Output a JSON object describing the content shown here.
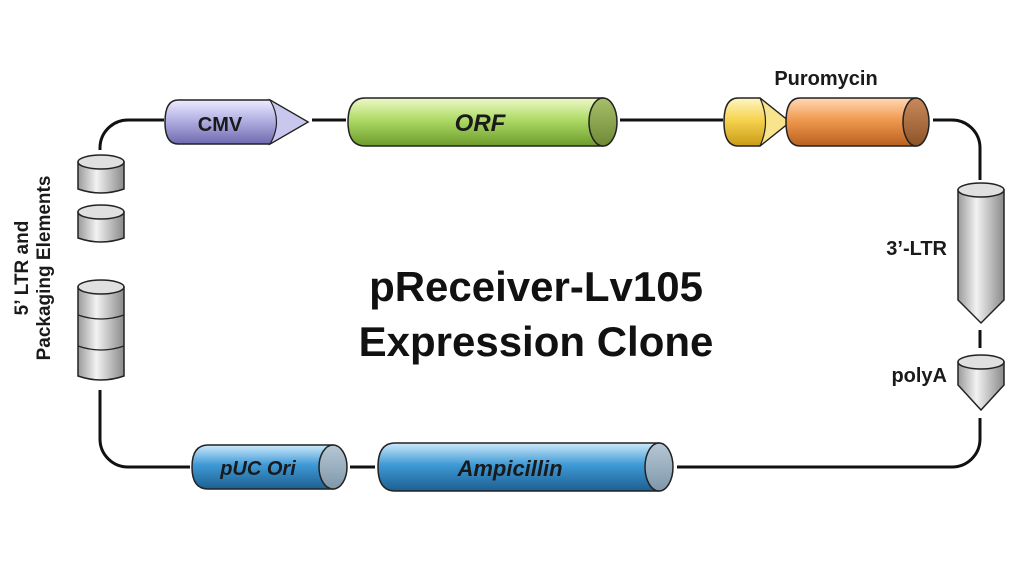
{
  "title": {
    "line1": "pReceiver-Lv105",
    "line2": "Expression Clone"
  },
  "elements": {
    "cmv": {
      "label": "CMV",
      "color": "#a9a6d8"
    },
    "orf": {
      "label": "ORF",
      "color": "#a8d36a"
    },
    "puromycin": {
      "label": "Puromycin",
      "color_promoter": "#f3d25a",
      "color_gene": "#ef9a52"
    },
    "ltr3": {
      "label": "3’-LTR",
      "color": "#bdbdbd"
    },
    "polya": {
      "label": "polyA",
      "color": "#bdbdbd"
    },
    "ampicillin": {
      "label": "Ampicillin",
      "color": "#3f9ad6"
    },
    "puc_ori": {
      "label": "pUC Ori",
      "color": "#3f9ad6"
    },
    "ltr5": {
      "label_line1": "5’ LTR and",
      "label_line2": "Packaging Elements",
      "color": "#bdbdbd"
    }
  }
}
